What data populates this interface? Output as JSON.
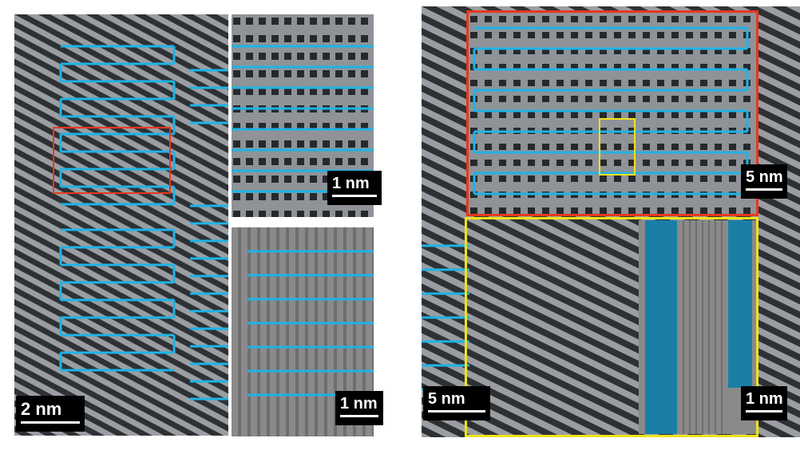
{
  "figure": {
    "colors": {
      "fiber_dark": "#3a3d40",
      "fiber_light": "#9a9ea2",
      "trace_blue": "#1fb3e6",
      "highlight_red": "#e8381e",
      "highlight_yellow": "#f0e21c",
      "tem_gray": "#8a8a8a"
    },
    "panels": [
      {
        "id": "a",
        "scale_label": "2 nm"
      },
      {
        "id": "b",
        "scale_label": "1 nm"
      },
      {
        "id": "c",
        "scale_label": "1 nm"
      },
      {
        "id": "d",
        "scale_label": "5 nm"
      },
      {
        "id": "e",
        "scale_label": "5 nm"
      },
      {
        "id": "f",
        "scale_label": "1 nm"
      }
    ]
  }
}
